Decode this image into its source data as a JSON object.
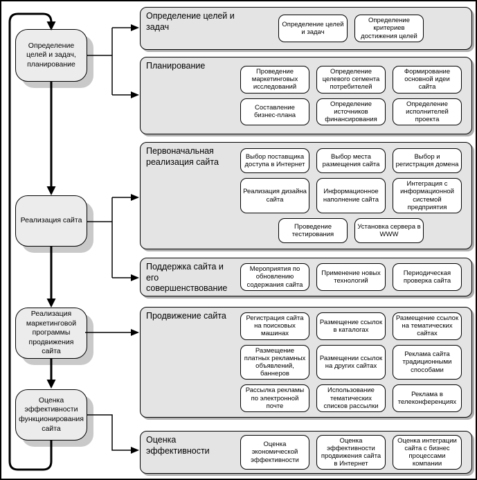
{
  "diagram": {
    "stages": [
      {
        "label": "Определение целей и задач, планирование"
      },
      {
        "label": "Реализация сайта"
      },
      {
        "label": "Реализация маркетинговой программы продвижения сайта"
      },
      {
        "label": "Оценка эффективности функционирования сайта"
      }
    ],
    "panels": [
      {
        "title": "Определение целей и задач",
        "rows": [
          [
            "Определение целей и задач",
            "Определение критериев достижения целей"
          ]
        ]
      },
      {
        "title": "Планирование",
        "rows": [
          [
            "Проведение маркетинговых исследований",
            "Определение целевого сегмента потребителей",
            "Формирование основной идеи сайта"
          ],
          [
            "Составление бизнес-плана",
            "Определение источников финансирования",
            "Определение исполнителей проекта"
          ]
        ]
      },
      {
        "title": "Первоначальная реализация сайта",
        "rows": [
          [
            "Выбор поставщика доступа в Интернет",
            "Выбор места размещения сайта",
            "Выбор и регистрация домена"
          ],
          [
            "Реализация дизайна сайта",
            "Информационное наполнение сайта",
            "Интеграция с информационной системой предприятия"
          ],
          [
            "Проведение тестирования",
            "Установка сервера в WWW"
          ]
        ]
      },
      {
        "title": "Поддержка сайта и его совершенствование",
        "rows": [
          [
            "Мероприятия по обновлению содержания сайта",
            "Применение новых технологий",
            "Периодическая проверка сайта"
          ]
        ]
      },
      {
        "title": "Продвижение сайта",
        "rows": [
          [
            "Регистрация сайта на поисковых машинах",
            "Размещение ссылок в каталогах",
            "Размещение ссылок на тематических сайтах"
          ],
          [
            "Размещение платных рекламных объявлений, баннеров",
            "Размещении ссылок на других сайтах",
            "Реклама сайта традиционными способами"
          ],
          [
            "Рассылка рекламы по электронной почте",
            "Использование тематических списков рассылки",
            "Реклама в телеконференциях"
          ]
        ]
      },
      {
        "title": "Оценка эффективности",
        "rows": [
          [
            "Оценка экономической эффективности",
            "Оценка эффективности продвижения сайта в Интернет",
            "Оценка интеграции сайта с бизнес процессами компании"
          ]
        ]
      }
    ],
    "colors": {
      "panel_fill": "#e4e4e4",
      "stage_fill": "#ececec",
      "task_fill": "#ffffff",
      "line": "#000000",
      "stage_shadow": "#c9c9c9",
      "panel_shadow": "#b0b0b0"
    }
  }
}
